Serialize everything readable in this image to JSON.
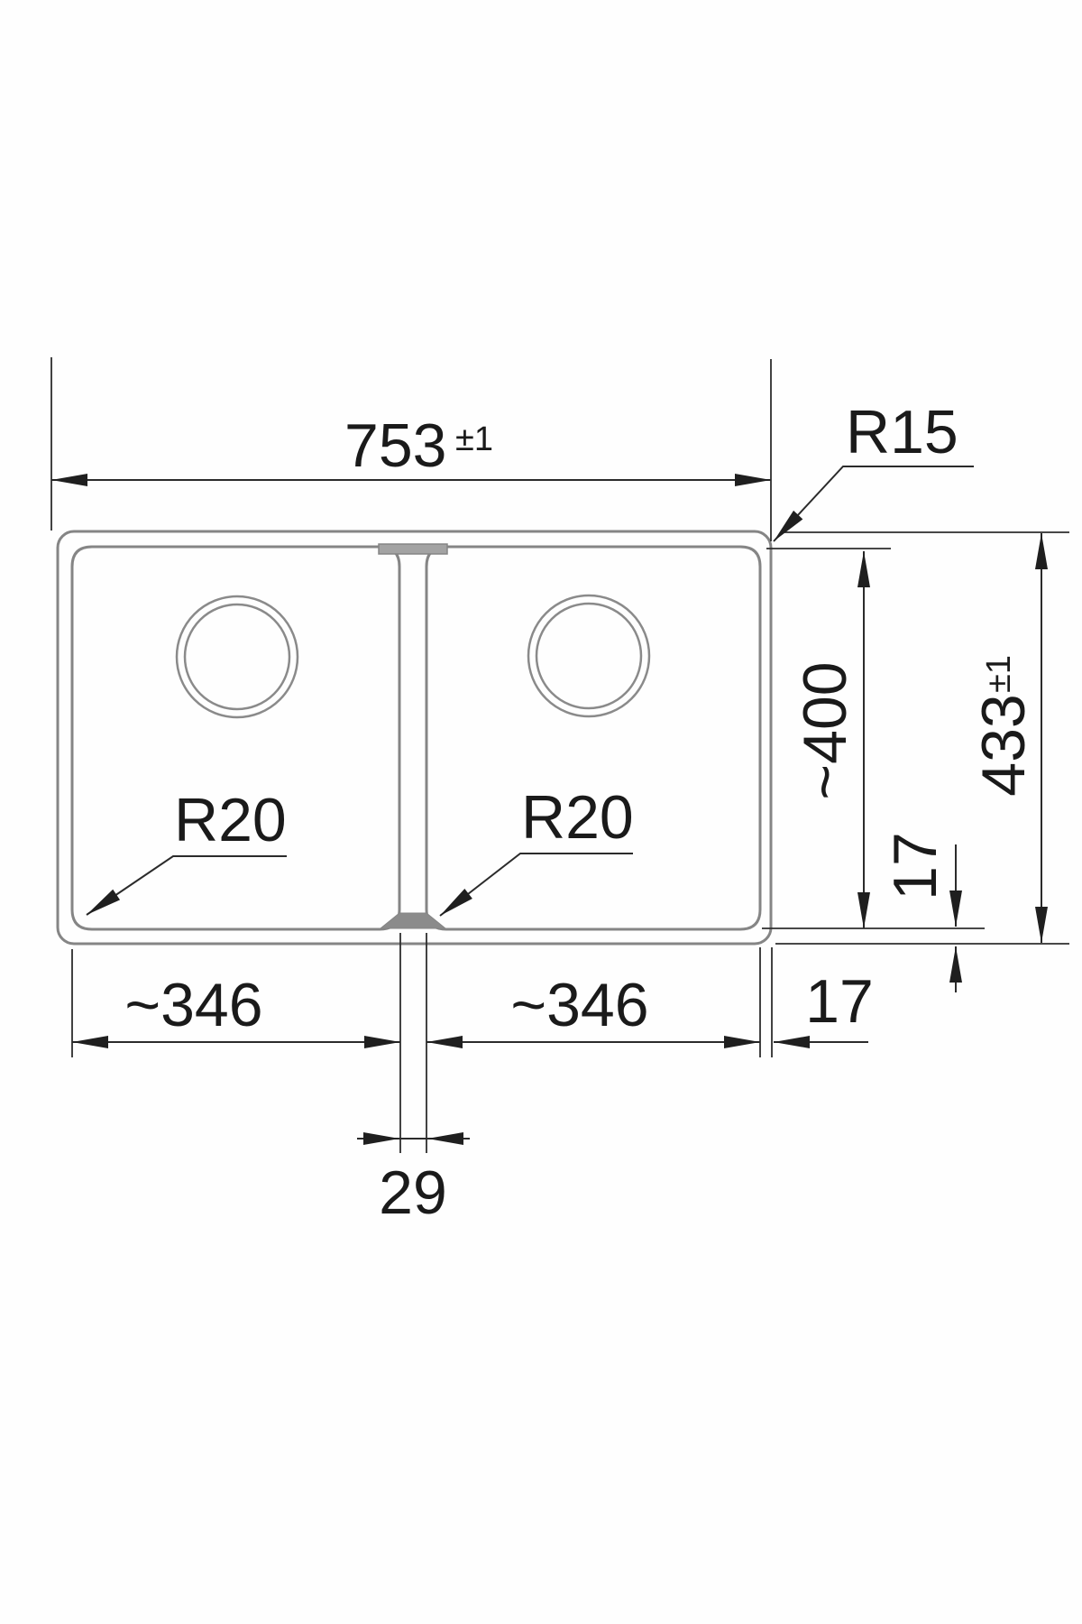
{
  "drawing": {
    "title": "Double-bowl sink dimension drawing",
    "type": "technical-dimension-diagram",
    "labels": {
      "overall_width": {
        "value": "753",
        "tol": "±1"
      },
      "overall_depth": {
        "value": "433",
        "tol": "±1"
      },
      "corner_radius_outer": "R15",
      "corner_radius_left_bowl": "R20",
      "corner_radius_right_bowl": "R20",
      "bowl_depth": "~400",
      "left_bowl_width": "~346",
      "right_bowl_width": "~346",
      "divider_width": "29",
      "rim_offset_right": "17",
      "rim_offset_bottom": "17"
    },
    "colors": {
      "background": "#fefefe",
      "object_lines": "#858585",
      "dimension_lines": "#2b2b2b",
      "text": "#1a1a1a",
      "divider_cap_top": "#a3a3a3",
      "divider_cap_bottom": "#8b8b8b"
    }
  }
}
